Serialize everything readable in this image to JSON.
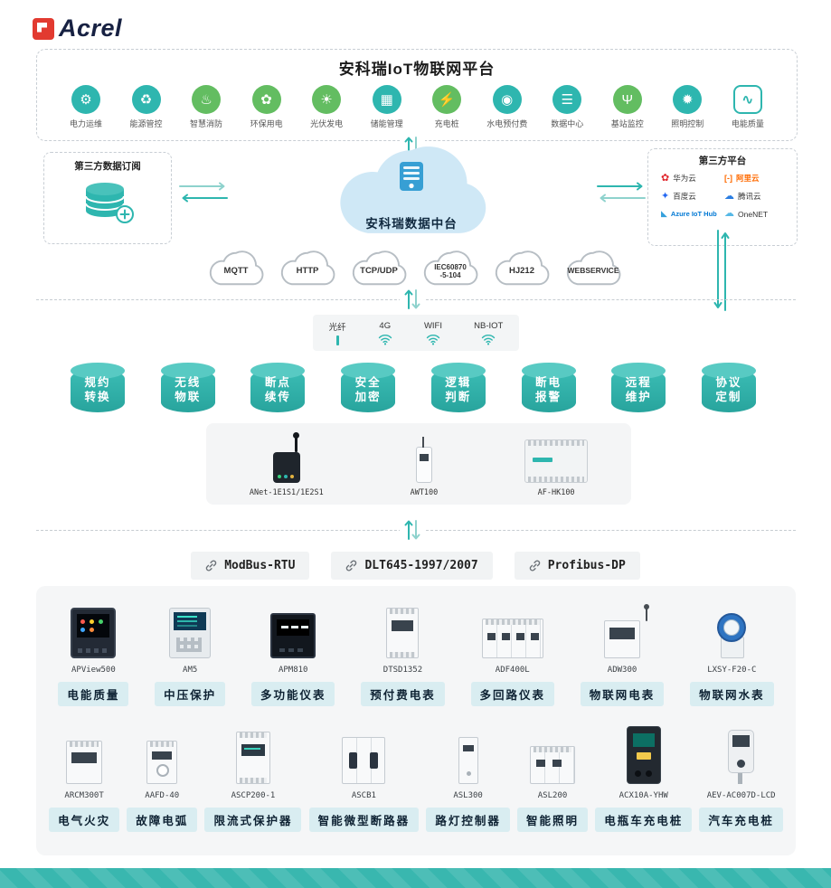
{
  "colors": {
    "accent": "#2eb6af",
    "green": "#63bd61",
    "badge_bg": "#d9edf1",
    "footer_bar": "#39b7af",
    "logo_red": "#e23a30"
  },
  "logo": {
    "text": "Acrel"
  },
  "platform": {
    "title": "安科瑞IoT物联网平台",
    "apps": [
      {
        "label": "电力运维",
        "glyph": "⚙"
      },
      {
        "label": "能源管控",
        "glyph": "♻"
      },
      {
        "label": "智慧消防",
        "glyph": "♨"
      },
      {
        "label": "环保用电",
        "glyph": "✿"
      },
      {
        "label": "光伏发电",
        "glyph": "☀"
      },
      {
        "label": "储能管理",
        "glyph": "▦"
      },
      {
        "label": "充电桩",
        "glyph": "⚡"
      },
      {
        "label": "水电预付费",
        "glyph": "◉"
      },
      {
        "label": "数据中心",
        "glyph": "☰"
      },
      {
        "label": "基站监控",
        "glyph": "Ψ"
      },
      {
        "label": "照明控制",
        "glyph": "✹"
      },
      {
        "label": "电能质量",
        "glyph": "∿"
      }
    ]
  },
  "subscription": {
    "title": "第三方数据订阅"
  },
  "data_center": {
    "label": "安科瑞数据中台"
  },
  "third_party": {
    "title": "第三方平台",
    "providers": [
      {
        "name": "华为云"
      },
      {
        "name": "阿里云"
      },
      {
        "name": "百度云"
      },
      {
        "name": "腾讯云"
      },
      {
        "name": "Azure IoT Hub"
      },
      {
        "name": "OneNET"
      }
    ]
  },
  "icons": {
    "huawei_glyph": "✿",
    "alibaba_glyph": "[-]",
    "baidu_glyph": "✦",
    "tencent_glyph": "☁",
    "azure_glyph": "◣",
    "onenet_glyph": "☁"
  },
  "protocol_clouds": [
    {
      "line1": "MQTT",
      "line2": ""
    },
    {
      "line1": "HTTP",
      "line2": ""
    },
    {
      "line1": "TCP/UDP",
      "line2": ""
    },
    {
      "line1": "IEC60870",
      "line2": "-5-104"
    },
    {
      "line1": "HJ212",
      "line2": ""
    },
    {
      "line1": "WEBSERVICE",
      "line2": ""
    }
  ],
  "connectivity": [
    {
      "label": "光纤",
      "icon": "fiber-icon"
    },
    {
      "label": "4G",
      "icon": "wifi-icon"
    },
    {
      "label": "WIFI",
      "icon": "wifi-icon"
    },
    {
      "label": "NB-IOT",
      "icon": "wifi-icon"
    }
  ],
  "features": [
    {
      "line1": "规约",
      "line2": "转换"
    },
    {
      "line1": "无线",
      "line2": "物联"
    },
    {
      "line1": "断点",
      "line2": "续传"
    },
    {
      "line1": "安全",
      "line2": "加密"
    },
    {
      "line1": "逻辑",
      "line2": "判断"
    },
    {
      "line1": "断电",
      "line2": "报警"
    },
    {
      "line1": "远程",
      "line2": "维护"
    },
    {
      "line1": "协议",
      "line2": "定制"
    }
  ],
  "gateways": [
    {
      "model": "ANet-1E1S1/1E2S1"
    },
    {
      "model": "AWT100"
    },
    {
      "model": "AF-HK100"
    }
  ],
  "field_protocols": [
    {
      "label": "ModBus-RTU"
    },
    {
      "label": "DLT645-1997/2007"
    },
    {
      "label": "Profibus-DP"
    }
  ],
  "devices": {
    "row1": [
      {
        "model": "APView500",
        "category": "电能质量"
      },
      {
        "model": "AM5",
        "category": "中压保护"
      },
      {
        "model": "APM810",
        "category": "多功能仪表"
      },
      {
        "model": "DTSD1352",
        "category": "预付费电表"
      },
      {
        "model": "ADF400L",
        "category": "多回路仪表"
      },
      {
        "model": "ADW300",
        "category": "物联网电表"
      },
      {
        "model": "LXSY-F20-C",
        "category": "物联网水表"
      }
    ],
    "row2": [
      {
        "model": "ARCM300T",
        "category": "电气火灾"
      },
      {
        "model": "AAFD-40",
        "category": "故障电弧"
      },
      {
        "model": "ASCP200-1",
        "category": "限流式保护器"
      },
      {
        "model": "ASCB1",
        "category": "智能微型断路器"
      },
      {
        "model": "ASL300",
        "category": "路灯控制器"
      },
      {
        "model": "ASL200",
        "category": "智能照明"
      },
      {
        "model": "ACX10A-YHW",
        "category": "电瓶车充电桩"
      },
      {
        "model": "AEV-AC007D-LCD",
        "category": "汽车充电桩"
      }
    ]
  }
}
